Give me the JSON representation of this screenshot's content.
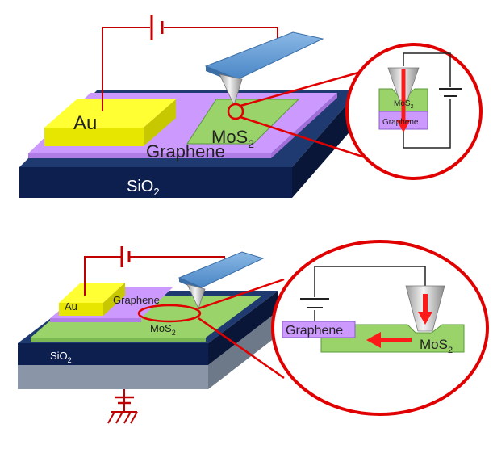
{
  "top": {
    "au_label": "Au",
    "mos2_main": "MoS",
    "mos2_sub": "2",
    "graphene_label": "Graphene",
    "sio2_main": "SiO",
    "sio2_sub": "2",
    "inset_mos2_main": "MoS",
    "inset_mos2_sub": "2",
    "inset_graphene_label": "Graphene"
  },
  "bottom": {
    "au_label": "Au",
    "graphene_label": "Graphene",
    "mos2_main": "MoS",
    "mos2_sub": "2",
    "sio2_main": "SiO",
    "sio2_sub": "2",
    "inset_graphene_label": "Graphene",
    "inset_mos2_main": "MoS",
    "inset_mos2_sub": "2"
  },
  "colors": {
    "wire": "#c00000",
    "wire_dark": "#222222",
    "substrate_top": "#1f3a70",
    "substrate_front": "#0d1f4f",
    "substrate_side": "#0a1638",
    "graphene": "#cc99ff",
    "mos2": "#99d36a",
    "au": "#ffff00",
    "cantilever": "#5b9bd5",
    "grey_base": "#8a96a8",
    "arrow": "#ff1a1a"
  }
}
